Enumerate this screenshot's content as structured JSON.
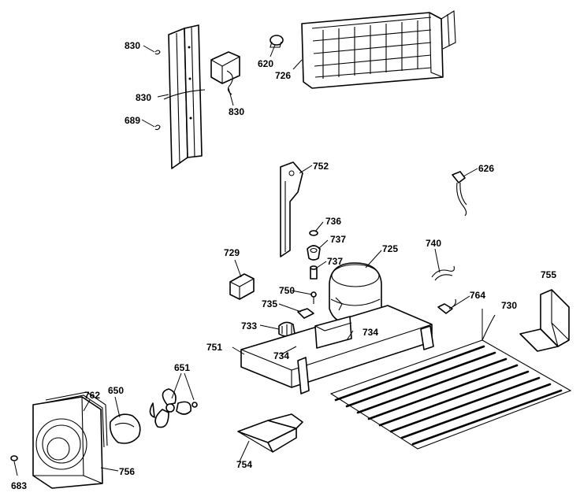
{
  "callouts": [
    {
      "id": "830a",
      "text": "830"
    },
    {
      "id": "830b",
      "text": "830"
    },
    {
      "id": "830c",
      "text": "830"
    },
    {
      "id": "689",
      "text": "689"
    },
    {
      "id": "620",
      "text": "620"
    },
    {
      "id": "726",
      "text": "726"
    },
    {
      "id": "752",
      "text": "752"
    },
    {
      "id": "626",
      "text": "626"
    },
    {
      "id": "736",
      "text": "736"
    },
    {
      "id": "737a",
      "text": "737"
    },
    {
      "id": "737b",
      "text": "737"
    },
    {
      "id": "729",
      "text": "729"
    },
    {
      "id": "725",
      "text": "725"
    },
    {
      "id": "740",
      "text": "740"
    },
    {
      "id": "755",
      "text": "755"
    },
    {
      "id": "750",
      "text": "750"
    },
    {
      "id": "764",
      "text": "764"
    },
    {
      "id": "730",
      "text": "730"
    },
    {
      "id": "735",
      "text": "735"
    },
    {
      "id": "733",
      "text": "733"
    },
    {
      "id": "734a",
      "text": "734"
    },
    {
      "id": "734b",
      "text": "734"
    },
    {
      "id": "751",
      "text": "751"
    },
    {
      "id": "651",
      "text": "651"
    },
    {
      "id": "762",
      "text": "762"
    },
    {
      "id": "650",
      "text": "650"
    },
    {
      "id": "756",
      "text": "756"
    },
    {
      "id": "754",
      "text": "754"
    },
    {
      "id": "683",
      "text": "683"
    }
  ]
}
